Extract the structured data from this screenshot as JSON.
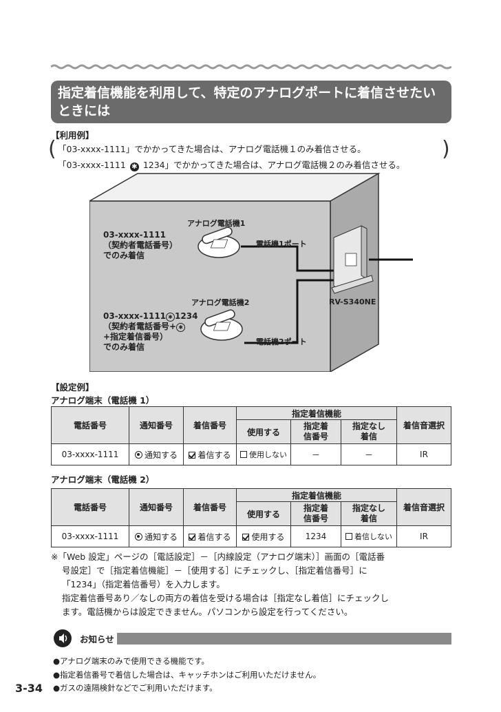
{
  "title": "指定着信機能を利用して、特定のアナログポートに着信させたいときには",
  "usage": {
    "heading": "【利用例】",
    "line1": "「03-xxxx-1111」でかかってきた場合は、アナログ電話機１のみ着信させる。",
    "line2_pre": "「03-xxxx-1111",
    "line2_post": "1234」でかかってきた場合は、アナログ電話機２のみ着信させる。"
  },
  "diagram": {
    "phone1_label": "アナログ電話機1",
    "phone1_number": "03-xxxx-1111",
    "phone1_desc1": "（契約者電話番号）",
    "phone1_desc2": "でのみ着信",
    "port1_label": "電話機1ポート",
    "phone2_label": "アナログ電話機2",
    "phone2_number_pre": "03-xxxx-1111",
    "phone2_number_post": "1234",
    "phone2_desc1_pre": "（契約者電話番号+",
    "phone2_desc1_post": "",
    "phone2_desc2": "+指定着信番号）",
    "phone2_desc3": "でのみ着信",
    "port2_label": "電話機2ポート",
    "device_label": "RV-S340NE"
  },
  "settings": {
    "heading": "【設定例】",
    "table1_caption": "アナログ端末（電話機 1）",
    "table2_caption": "アナログ端末（電話機 2）",
    "headers": {
      "phone_number": "電話番号",
      "notify_number": "通知番号",
      "incoming_number": "着信番号",
      "designated": "指定着信機能",
      "use": "使用する",
      "designated_number": "指定着\n信番号",
      "no_designation": "指定なし\n着信",
      "ringtone": "着信音選択"
    },
    "row1": {
      "phone_number": "03-xxxx-1111",
      "notify": "通知する",
      "incoming": "着信する",
      "use": "使用しない",
      "designated_number": "－",
      "no_designation": "－",
      "ringtone": "IR"
    },
    "row2": {
      "phone_number": "03-xxxx-1111",
      "notify": "通知する",
      "incoming": "着信する",
      "use": "使用する",
      "designated_number": "1234",
      "no_designation": "着信しない",
      "ringtone": "IR"
    }
  },
  "notes": {
    "line1": "※「Web 設定」ページの［電話設定］－［内線設定（アナログ端末）］画面の［電話番",
    "line2": "号設定］で［指定着信機能］－［使用する］にチェックし、［指定着信番号］に",
    "line3": "「1234」（指定着信番号）を入力します。",
    "line4": "指定着信番号あり／なしの両方の着信を受ける場合は［指定なし着信］にチェックし",
    "line5": "ます。電話機からは設定できません。パソコンから設定を行ってください。"
  },
  "notice": {
    "heading": "お知らせ",
    "items": [
      "●アナログ端末のみで使用できる機能です。",
      "●指定着信番号で着信した場合は、キャッチホンはご利用いただけません。",
      "●ガスの遠隔検針などでご利用いただけます。"
    ]
  },
  "page_number": "3-34"
}
